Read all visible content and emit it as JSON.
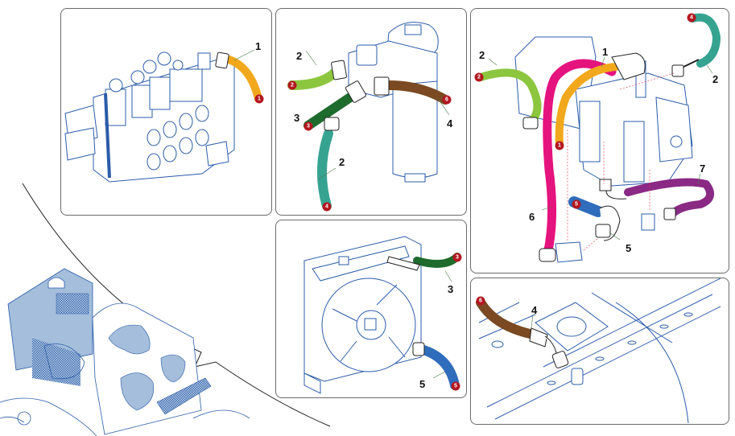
{
  "title": "Hydraulic hose routing diagram",
  "colors": {
    "hose_1": "#f2a81d",
    "hose_2_light": "#8cc63f",
    "hose_2_teal": "#36a391",
    "hose_3": "#1e6b2e",
    "hose_4": "#7b4a22",
    "hose_5": "#2f6cbb",
    "hose_6": "#e5137e",
    "hose_7": "#8a2a85",
    "badge": "#b3171f",
    "line_art": "#2b5caa",
    "panel_border": "#6b6b6b"
  },
  "panels": {
    "control_valve": {
      "callouts": [
        {
          "label": "1"
        }
      ],
      "badges": [
        {
          "label": "1"
        }
      ]
    },
    "filter": {
      "callouts": [
        {
          "label": "2"
        },
        {
          "label": "3"
        },
        {
          "label": "4"
        },
        {
          "label": "2"
        }
      ],
      "badges": [
        {
          "label": "2"
        },
        {
          "label": "3"
        },
        {
          "label": "6"
        },
        {
          "label": "4"
        }
      ]
    },
    "valve_assembly": {
      "callouts": [
        {
          "label": "2"
        },
        {
          "label": "1"
        },
        {
          "label": "2"
        },
        {
          "label": "7"
        },
        {
          "label": "6"
        },
        {
          "label": "5"
        }
      ],
      "badges": [
        {
          "label": "4"
        },
        {
          "label": "2"
        },
        {
          "label": "1"
        },
        {
          "label": "5"
        }
      ]
    },
    "oil_cooler": {
      "callouts": [
        {
          "label": "3"
        },
        {
          "label": "5"
        }
      ],
      "badges": [
        {
          "label": "3"
        },
        {
          "label": "5"
        }
      ]
    },
    "tank_port": {
      "callouts": [
        {
          "label": "4"
        }
      ],
      "badges": [
        {
          "label": "6"
        }
      ]
    }
  }
}
